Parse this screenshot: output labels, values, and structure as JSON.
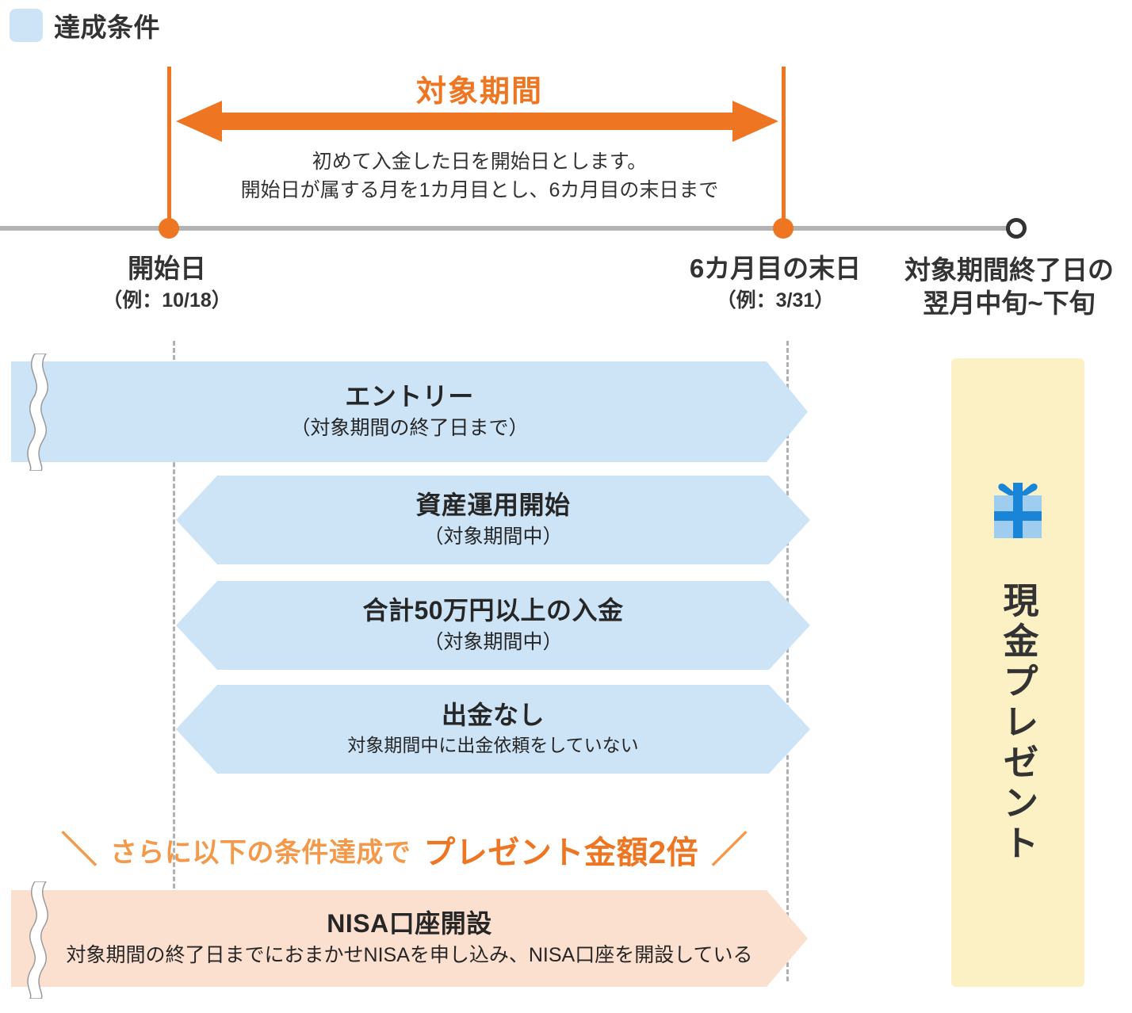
{
  "legend": {
    "label": "達成条件",
    "swatch_color": "#cde4f7"
  },
  "period": {
    "title": "対象期間",
    "description_line1": "初めて入金した日を開始日とします。",
    "description_line2": "開始日が属する月を1カ月目とし、6カ月目の末日まで",
    "arrow_color": "#EE7623"
  },
  "timeline": {
    "markers": [
      {
        "name": "start",
        "main": "開始日",
        "sub": "（例：10/18）",
        "type": "filled-dot"
      },
      {
        "name": "end-of-6th-month",
        "main": "6カ月目の末日",
        "sub": "（例：3/31）",
        "type": "filled-dot"
      },
      {
        "name": "payout",
        "main_line1": "対象期間終了日の",
        "main_line2": "翌月中旬~下旬",
        "type": "hollow-circle"
      }
    ]
  },
  "conditions": [
    {
      "title": "エントリー",
      "sub": "（対象期間の終了日まで）",
      "shape": "arrow-right",
      "color": "#cde4f7",
      "torn_left": true
    },
    {
      "title": "資産運用開始",
      "sub": "（対象期間中）",
      "shape": "hexagon",
      "color": "#cde4f7",
      "torn_left": false
    },
    {
      "title": "合計50万円以上の入金",
      "sub": "（対象期間中）",
      "shape": "hexagon",
      "color": "#cde4f7",
      "torn_left": false
    },
    {
      "title": "出金なし",
      "sub": "対象期間中に出金依頼をしていない",
      "shape": "hexagon",
      "color": "#cde4f7",
      "torn_left": false
    }
  ],
  "bonus": {
    "slash_left": "＼",
    "prefix": "さらに以下の条件達成で",
    "highlight": "プレゼント金額2倍",
    "slash_right": "／",
    "color": "#EE7623",
    "condition": {
      "title": "NISA口座開設",
      "sub": "対象期間の終了日までにおまかせNISAを申し込み、NISA口座を開設している",
      "shape": "arrow-right",
      "color": "#fbe0d0",
      "torn_left": true
    }
  },
  "reward": {
    "icon": "gift-box-icon",
    "label": "現金プレゼント",
    "panel_color": "#fbf1c4",
    "icon_colors": {
      "box": "#9ecdf0",
      "ribbon": "#1a85d6"
    }
  }
}
